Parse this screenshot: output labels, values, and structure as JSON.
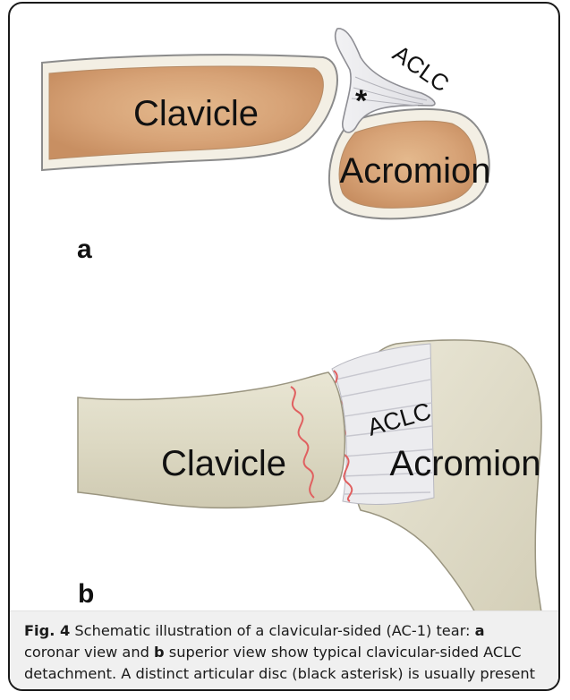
{
  "panel_a": {
    "letter": "a",
    "clavicle_label": "Clavicle",
    "acromion_label": "Acromion",
    "aclc_label": "ACLC",
    "asterisk": "*"
  },
  "panel_b": {
    "letter": "b",
    "clavicle_label": "Clavicle",
    "acromion_label": "Acromion",
    "aclc_label": "ACLC"
  },
  "caption": {
    "fig_label": "Fig. 4",
    "text_1": " Schematic illustration of a clavicular-sided (AC-1) tear: ",
    "a_ref": "a",
    "text_2": " coronar view and ",
    "b_ref": "b",
    "text_3": " superior view show typical clavicular-sided ACLC detachment. A distinct articular disc (black asterisk) is usually present"
  }
}
